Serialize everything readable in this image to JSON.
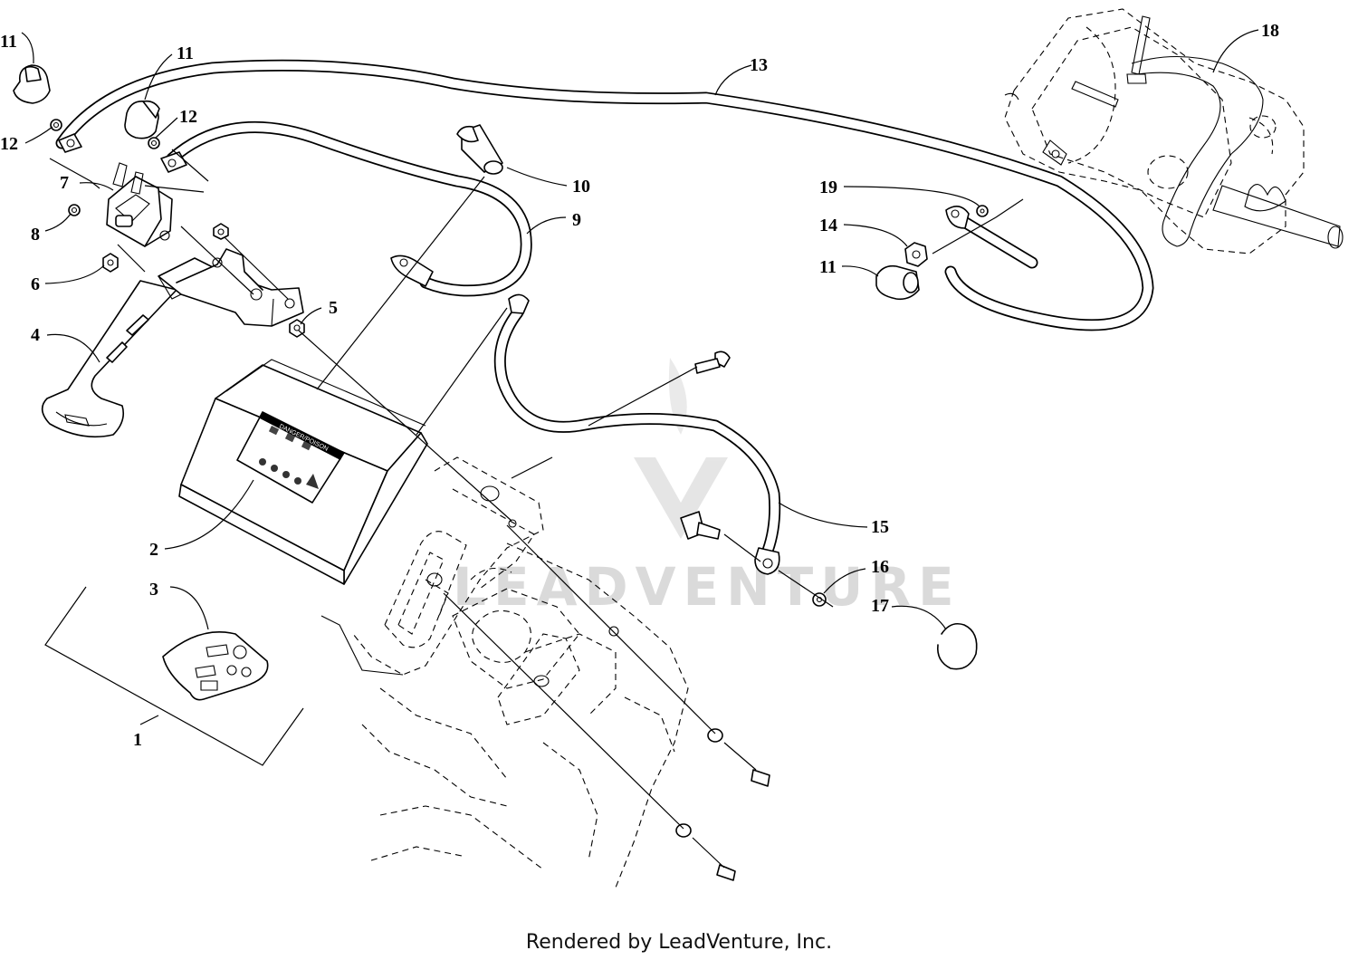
{
  "watermark": {
    "text": "LEADVENTURE"
  },
  "footer": {
    "text": "Rendered by LeadVenture, Inc."
  },
  "battery_label": {
    "heading": "DANGER/POISON"
  },
  "callouts": {
    "c1": "1",
    "c2": "2",
    "c3": "3",
    "c4": "4",
    "c5": "5",
    "c6": "6",
    "c7": "7",
    "c8": "8",
    "c9": "9",
    "c10": "10",
    "c11a": "11",
    "c11b": "11",
    "c11c": "11",
    "c12a": "12",
    "c12b": "12",
    "c13": "13",
    "c14": "14",
    "c15": "15",
    "c16": "16",
    "c17": "17",
    "c18": "18",
    "c19": "19"
  }
}
